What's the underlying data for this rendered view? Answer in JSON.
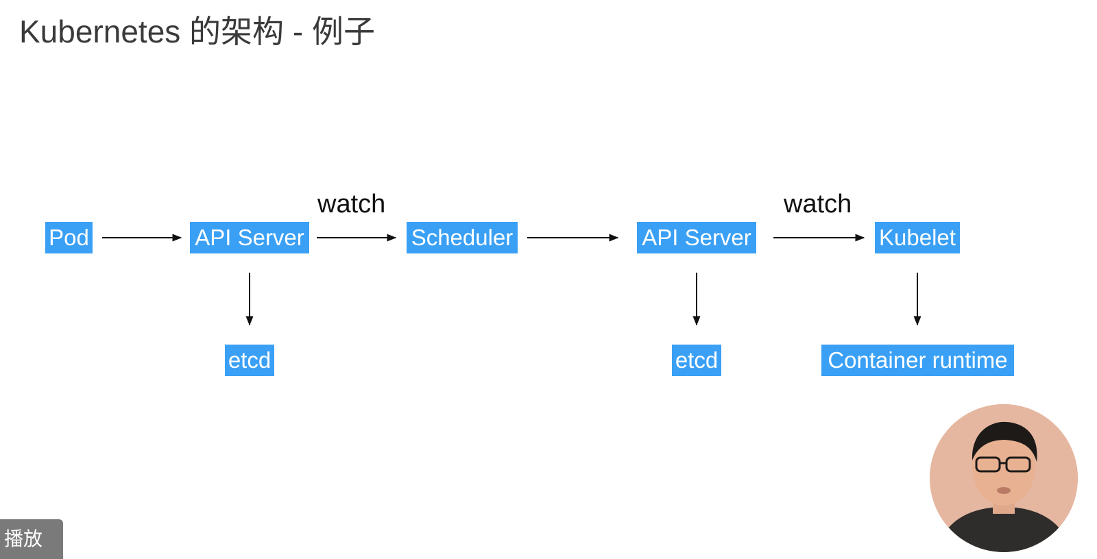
{
  "slide": {
    "title": "Kubernetes 的架构 - 例子"
  },
  "diagram": {
    "nodes": {
      "pod": "Pod",
      "api_server_1": "API Server",
      "scheduler": "Scheduler",
      "api_server_2": "API Server",
      "kubelet": "Kubelet",
      "etcd_1": "etcd",
      "etcd_2": "etcd",
      "container_runtime": "Container runtime"
    },
    "edge_labels": {
      "api_to_scheduler": "watch",
      "api_to_kubelet": "watch"
    },
    "node_color": "#3aa0f5"
  },
  "player": {
    "play_label": "播放"
  }
}
